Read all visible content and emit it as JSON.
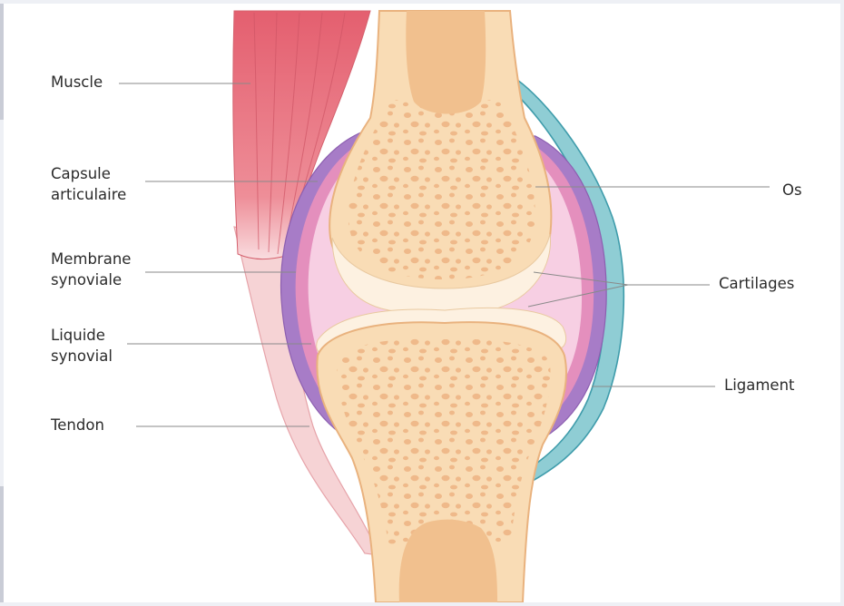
{
  "labels": {
    "muscle": "Muscle",
    "capsule_1": "Capsule",
    "capsule_2": "articulaire",
    "membrane_1": "Membrane",
    "membrane_2": "synoviale",
    "liquide_1": "Liquide",
    "liquide_2": "synovial",
    "tendon": "Tendon",
    "os": "Os",
    "cartilages": "Cartilages",
    "ligament": "Ligament"
  },
  "colors": {
    "bone": "#f9dcb5",
    "bone_outline": "#e9b27e",
    "marrow": "#f1c08e",
    "cartilage": "#fdf1e1",
    "synovial_fluid": "#f7cfe3",
    "membrane": "#e48fbd",
    "capsule": "#a77cc7",
    "ligament": "#7fc7cf",
    "muscle": "#e06f7d",
    "tendon": "#f6d3d5"
  }
}
